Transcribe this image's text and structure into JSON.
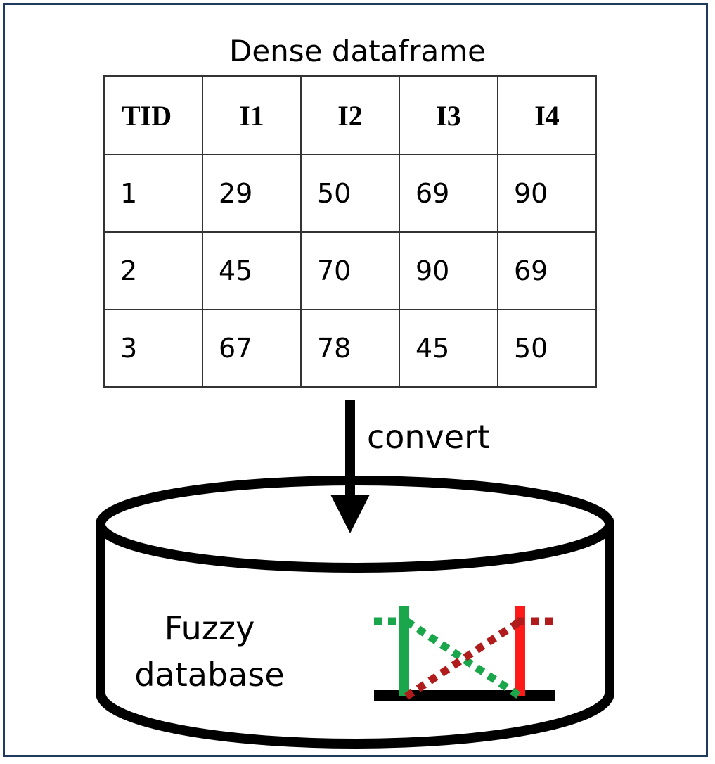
{
  "table": {
    "title": "Dense dataframe",
    "headers": [
      "TID",
      "I1",
      "I2",
      "I3",
      "I4"
    ],
    "rows": [
      [
        "1",
        "29",
        "50",
        "69",
        "90"
      ],
      [
        "2",
        "45",
        "70",
        "90",
        "69"
      ],
      [
        "3",
        "67",
        "78",
        "45",
        "50"
      ]
    ]
  },
  "arrow": {
    "label": "convert"
  },
  "database": {
    "label_line1": "Fuzzy",
    "label_line2": "database"
  },
  "colors": {
    "frame_border": "#1f3a5c",
    "fuzzy_green": "#1aa64a",
    "fuzzy_red": "#ff1a1a",
    "fuzzy_dark_red": "#b01c1c"
  },
  "icons": {
    "membership": "fuzzy-membership-icon"
  }
}
